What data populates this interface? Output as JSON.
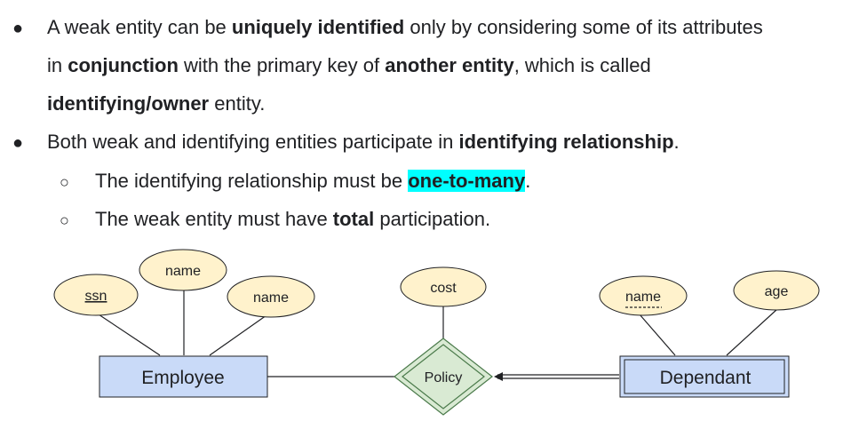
{
  "bullets": {
    "b1": {
      "l1_pre": "A weak entity can be ",
      "l1_b1": "uniquely identified",
      "l1_post": " only by considering some of its attributes",
      "l2_pre": "in ",
      "l2_b1": "conjunction",
      "l2_mid": " with the primary key of ",
      "l2_b2": "another entity",
      "l2_post": ", which is called",
      "l3_b1": "identifying/owner",
      "l3_post": " entity."
    },
    "b2": {
      "pre": "Both weak and identifying entities participate in ",
      "b1": "identifying relationship",
      "post": "."
    },
    "s1": {
      "pre": "The identifying relationship must be ",
      "hl": "one-to-many",
      "post": "."
    },
    "s2": {
      "pre": "The weak entity must have ",
      "b1": "total",
      "post": " participation."
    },
    "bullet_glyph": "●",
    "sub_glyph": "○"
  },
  "diagram": {
    "employee": "Employee",
    "dependant": "Dependant",
    "policy": "Policy",
    "emp_attrs": [
      "ssn",
      "name",
      "name"
    ],
    "policy_attr": "cost",
    "dep_attrs": [
      "name",
      "age"
    ],
    "colors": {
      "entity_fill": "#c9daf8",
      "attr_fill": "#fff2cc",
      "rel_fill": "#d9ead3",
      "rel_stroke": "#4a7a4a"
    }
  }
}
